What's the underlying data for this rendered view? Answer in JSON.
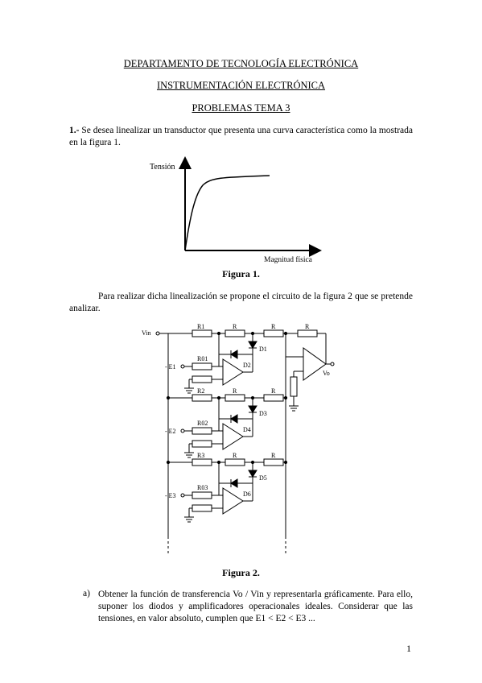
{
  "header": {
    "line1": "DEPARTAMENTO DE TECNOLOGÍA ELECTRÓNICA",
    "line2": "INSTRUMENTACIÓN ELECTRÓNICA",
    "line3": "PROBLEMAS TEMA 3"
  },
  "problem1": {
    "number": "1.-",
    "text": " Se desea linealizar un transductor que presenta una curva característica como la mostrada en la figura 1."
  },
  "figure1": {
    "y_label": "Tensión",
    "x_label": "Magnitud física",
    "caption": "Figura 1."
  },
  "paragraph2": "Para realizar dicha linealización se propone el circuito de la figura 2 que se pretende analizar.",
  "figure2": {
    "caption": "Figura 2.",
    "labels": {
      "vin": "Vin",
      "vo": "Vo",
      "r": "R",
      "r1": "R1",
      "r2": "R2",
      "r3": "R3",
      "r01": "R01",
      "r02": "R02",
      "r03": "R03",
      "e1": "- E1",
      "e2": "- E2",
      "e3": "- E3",
      "d1": "D1",
      "d2": "D2",
      "d3": "D3",
      "d4": "D4",
      "d5": "D5",
      "d6": "D6"
    }
  },
  "question_a": {
    "marker": "a)",
    "text": "Obtener la función de transferencia Vo / Vin y representarla gráficamente. Para ello, suponer los diodos y amplificadores operacionales ideales. Considerar que las tensiones, en valor absoluto, cumplen que E1 < E2 < E3 ..."
  },
  "page_number": "1"
}
